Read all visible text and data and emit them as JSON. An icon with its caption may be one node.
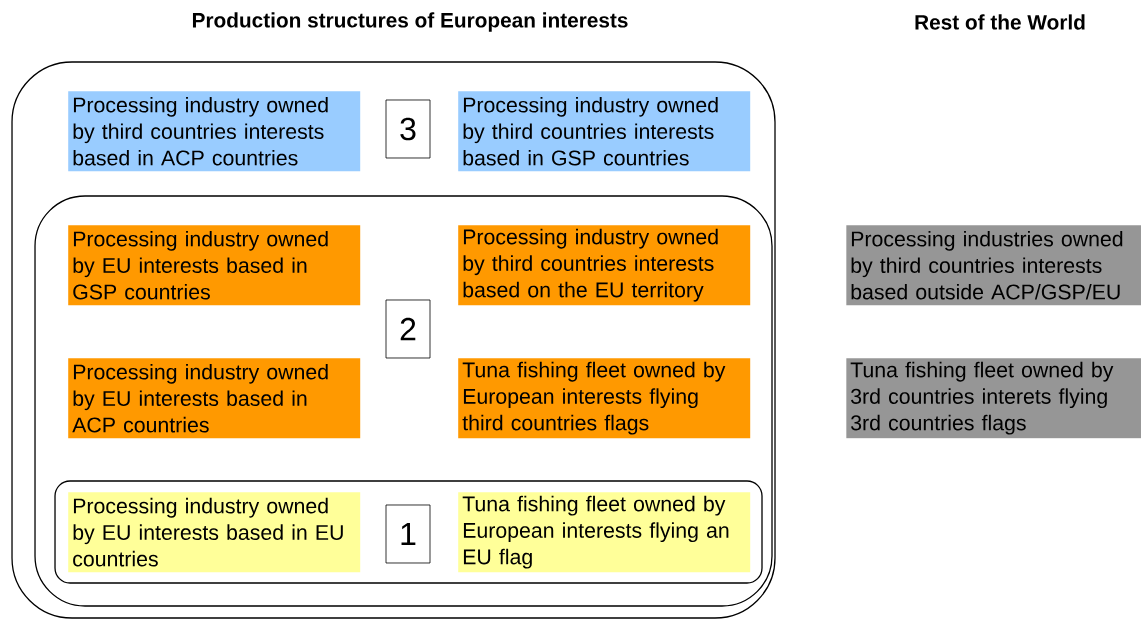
{
  "diagram": {
    "nodes": [
      {
        "text": [],
        "shape": "box"
      },
      {
        "text": [
          "Processing industry owned by third countries interests based in ACP countries"
        ],
        "in": 0
      },
      {
        "text": [
          "3"
        ],
        "in": 0
      },
      {
        "text": [
          "Processing industry owned by third countries interests based in GSP countries"
        ],
        "in": 0
      },
      {
        "text": [],
        "shape": "box",
        "in": 0
      },
      {
        "text": [
          "Processing industry owned by EU interests based in GSP countries"
        ],
        "in": 4
      },
      {
        "text": [
          "Processing industry owned by third countries interests based on the EU territory"
        ],
        "in": 4
      },
      {
        "text": [
          "2"
        ],
        "in": 4
      },
      {
        "text": [
          "Processing industry owned by EU interests based in ACP countries"
        ],
        "in": 4
      },
      {
        "text": [
          "Tuna fishing fleet owned by European interests flying third countries flags"
        ],
        "in": 4
      },
      {
        "text": [],
        "shape": "box",
        "in": 4
      },
      {
        "text": [
          "Processing industry owned by EU interests based in EU countries"
        ],
        "in": 10
      },
      {
        "text": [
          "1"
        ],
        "in": 10
      },
      {
        "text": [
          "Tuna fishing fleet owned by European interests flying an EU flag"
        ],
        "in": 10
      },
      {
        "text": [
          "Processing industries owned by third countries interests based outside ACP/GSP/EU"
        ]
      },
      {
        "text": [
          "Tuna fishing fleet owned by 3rd countries interets flying 3rd countries flags"
        ]
      }
    ],
    "labels": [
      "Production structures of European interests",
      "Rest of the World"
    ]
  }
}
